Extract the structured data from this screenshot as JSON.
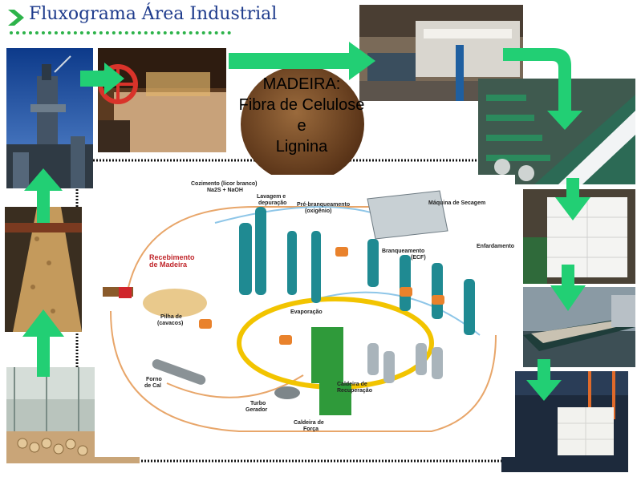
{
  "header": {
    "title": "Fluxograma Área Industrial"
  },
  "center": {
    "lines": [
      "MADEIRA:",
      "Fibra de Celulose",
      "e",
      "Lignina"
    ]
  },
  "diagram": {
    "labels": {
      "cozimento": "Cozimento (licor branco)",
      "cozimento2": "Na2S + NaOH",
      "lavagem": "Lavagem e",
      "depuracao": "depuração",
      "pre_branq": "Pré-branqueamento",
      "pre_branq2": "(oxigênio)",
      "maquina": "Máquina de Secagem",
      "enfardamento": "Enfardamento",
      "branqueamento": "Branqueamento",
      "branqueamento2": "(ECF)",
      "recebimento": "Recebimento",
      "recebimento2": "de Madeira",
      "pilha": "Pilha de",
      "cavacos": "(cavacos)",
      "evaporacao": "Evaporação",
      "forno": "Forno",
      "forno2": "de Cal",
      "turbo": "Turbo",
      "gerador": "Gerador",
      "caldeira_rec": "Caldeira de",
      "caldeira_rec2": "Recuperação",
      "caldeira_forca": "Caldeira de",
      "caldeira_forca2": "Força"
    }
  },
  "colors": {
    "arrow_green": "#22cf74",
    "title_blue": "#1e3b8c",
    "underline_green": "#2db34a",
    "accent_red": "#c0262b"
  }
}
